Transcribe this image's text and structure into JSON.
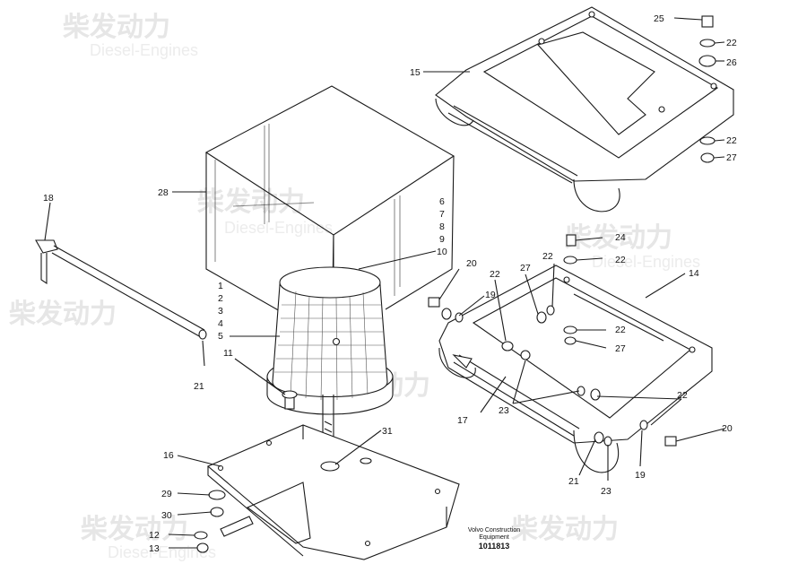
{
  "watermark": {
    "cn": "柴发动力",
    "en": "Diesel-Engines"
  },
  "caption": {
    "line1": "Volvo Construction",
    "line2": "Equipment",
    "number": "1011813"
  },
  "callouts": [
    {
      "id": "c25",
      "text": "25"
    },
    {
      "id": "c22a",
      "text": "22"
    },
    {
      "id": "c26",
      "text": "26"
    },
    {
      "id": "c15",
      "text": "15"
    },
    {
      "id": "c22b",
      "text": "22"
    },
    {
      "id": "c27a",
      "text": "27"
    },
    {
      "id": "c28",
      "text": "28"
    },
    {
      "id": "c18",
      "text": "18"
    },
    {
      "id": "c6",
      "text": "6"
    },
    {
      "id": "c7",
      "text": "7"
    },
    {
      "id": "c8",
      "text": "8"
    },
    {
      "id": "c9",
      "text": "9"
    },
    {
      "id": "c10",
      "text": "10"
    },
    {
      "id": "c24",
      "text": "24"
    },
    {
      "id": "c22c",
      "text": "22"
    },
    {
      "id": "c20a",
      "text": "20"
    },
    {
      "id": "c22d",
      "text": "22"
    },
    {
      "id": "c27b",
      "text": "27"
    },
    {
      "id": "c22e",
      "text": "22"
    },
    {
      "id": "c14",
      "text": "14"
    },
    {
      "id": "c19a",
      "text": "19"
    },
    {
      "id": "c1",
      "text": "1"
    },
    {
      "id": "c2",
      "text": "2"
    },
    {
      "id": "c3",
      "text": "3"
    },
    {
      "id": "c4",
      "text": "4"
    },
    {
      "id": "c5",
      "text": "5"
    },
    {
      "id": "c22f",
      "text": "22"
    },
    {
      "id": "c27c",
      "text": "27"
    },
    {
      "id": "c11",
      "text": "11"
    },
    {
      "id": "c21a",
      "text": "21"
    },
    {
      "id": "c22g",
      "text": "22"
    },
    {
      "id": "c17",
      "text": "17"
    },
    {
      "id": "c23a",
      "text": "23"
    },
    {
      "id": "c20b",
      "text": "20"
    },
    {
      "id": "c31",
      "text": "31"
    },
    {
      "id": "c16",
      "text": "16"
    },
    {
      "id": "c21b",
      "text": "21"
    },
    {
      "id": "c19b",
      "text": "19"
    },
    {
      "id": "c23b",
      "text": "23"
    },
    {
      "id": "c29",
      "text": "29"
    },
    {
      "id": "c30",
      "text": "30"
    },
    {
      "id": "c12",
      "text": "12"
    },
    {
      "id": "c13",
      "text": "13"
    }
  ]
}
